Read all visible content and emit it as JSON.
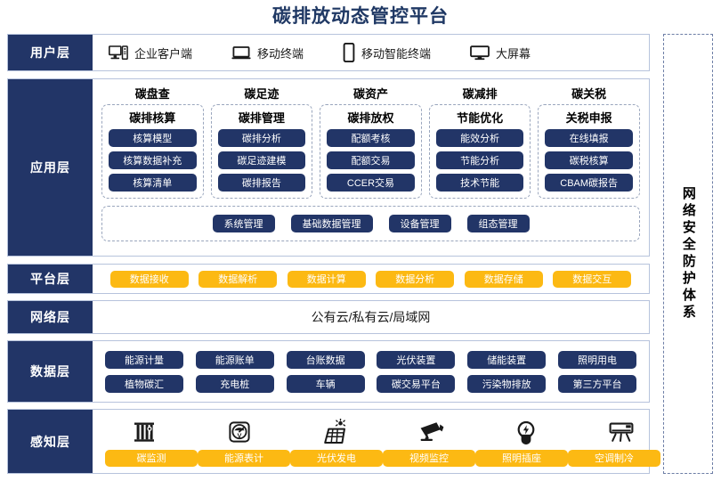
{
  "title": "碳排放动态管控平台",
  "security_panel": {
    "label": "网络安全防护体系"
  },
  "layers": {
    "user": {
      "label": "用户层",
      "items": [
        {
          "icon": "desktop-tower-icon",
          "label": "企业客户端"
        },
        {
          "icon": "laptop-icon",
          "label": "移动终端"
        },
        {
          "icon": "smartphone-icon",
          "label": "移动智能终端"
        },
        {
          "icon": "monitor-icon",
          "label": "大屏幕"
        }
      ]
    },
    "application": {
      "label": "应用层",
      "columns": [
        {
          "title": "碳盘查",
          "box_title": "碳排核算",
          "items": [
            "核算模型",
            "核算数据补充",
            "核算清单"
          ]
        },
        {
          "title": "碳足迹",
          "box_title": "碳排管理",
          "items": [
            "碳排分析",
            "碳足迹建模",
            "碳排报告"
          ]
        },
        {
          "title": "碳资产",
          "box_title": "碳排放权",
          "items": [
            "配额考核",
            "配额交易",
            "CCER交易"
          ]
        },
        {
          "title": "碳减排",
          "box_title": "节能优化",
          "items": [
            "能效分析",
            "节能分析",
            "技术节能"
          ]
        },
        {
          "title": "碳关税",
          "box_title": "关税申报",
          "items": [
            "在线填报",
            "碳税核算",
            "CBAM碳报告"
          ]
        }
      ],
      "bottom_items": [
        "系统管理",
        "基础数据管理",
        "设备管理",
        "组态管理"
      ]
    },
    "platform": {
      "label": "平台层",
      "items": [
        "数据接收",
        "数据解析",
        "数据计算",
        "数据分析",
        "数据存储",
        "数据交互"
      ]
    },
    "network": {
      "label": "网络层",
      "text": "公有云/私有云/局域网"
    },
    "data": {
      "label": "数据层",
      "row1": [
        "能源计量",
        "能源账单",
        "台账数据",
        "光伏装置",
        "储能装置",
        "照明用电"
      ],
      "row2": [
        "植物碳汇",
        "充电桩",
        "车辆",
        "碳交易平台",
        "污染物排放",
        "第三方平台"
      ]
    },
    "sensing": {
      "label": "感知层",
      "items": [
        {
          "icon": "carbon-monitor-icon",
          "label": "碳监测"
        },
        {
          "icon": "energy-meter-icon",
          "label": "能源表计"
        },
        {
          "icon": "solar-panel-icon",
          "label": "光伏发电"
        },
        {
          "icon": "cctv-camera-icon",
          "label": "视频监控"
        },
        {
          "icon": "light-bulb-icon",
          "label": "照明插座"
        },
        {
          "icon": "air-conditioner-icon",
          "label": "空调制冷"
        }
      ]
    }
  },
  "colors": {
    "navy": "#223567",
    "yellow": "#fcb913",
    "title_blue": "#1f3864",
    "border": "#b7c3dc",
    "dashed": "#9aa6bd"
  }
}
